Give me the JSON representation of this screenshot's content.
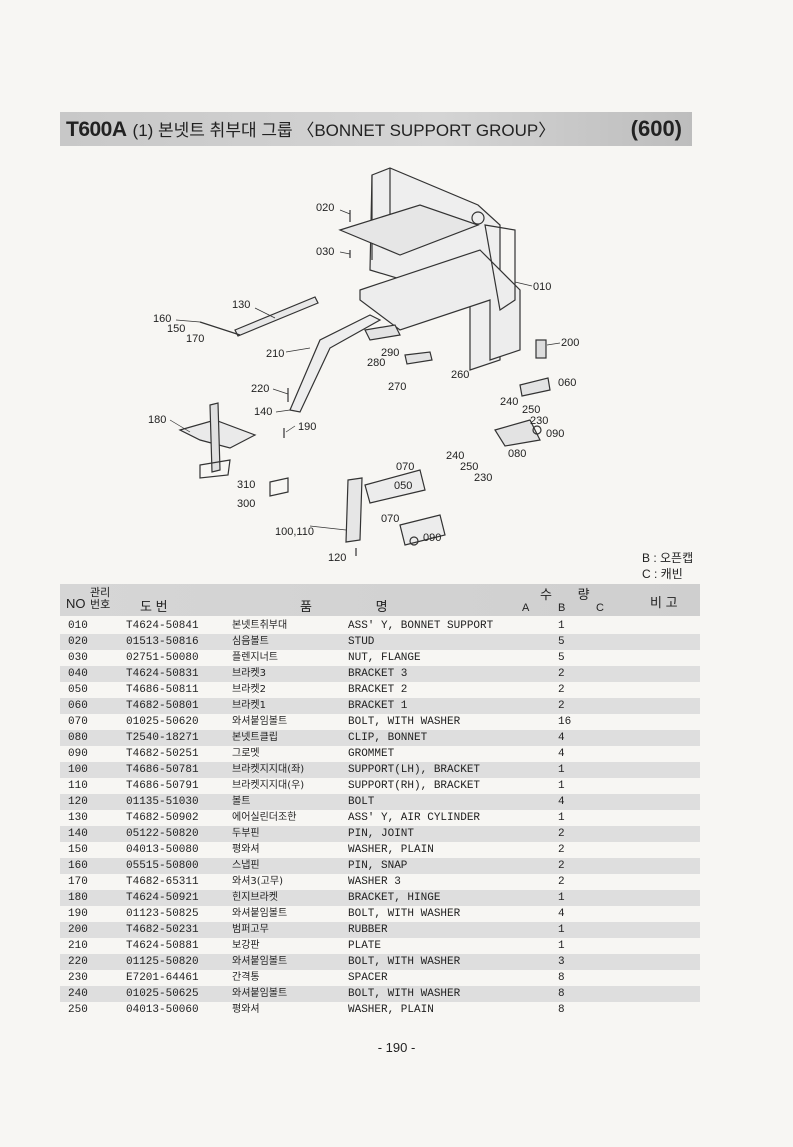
{
  "header": {
    "model": "T600A",
    "title": "(1) 본넷트 취부대 그룹 〈BONNET SUPPORT GROUP〉",
    "group_code": "(600)"
  },
  "diagram_labels": {
    "l020": "020",
    "l030": "030",
    "l010": "010",
    "l130": "130",
    "l160": "160",
    "l150": "150",
    "l170": "170",
    "l200": "200",
    "l290": "290",
    "l280": "280",
    "l210": "210",
    "l270": "270",
    "l260": "260",
    "l060": "060",
    "l220": "220",
    "l240a": "240",
    "l250a": "250",
    "l230a": "230",
    "l140": "140",
    "l180": "180",
    "l190": "190",
    "l090a": "090",
    "l080": "080",
    "l240b": "240",
    "l070a": "070",
    "l250b": "250",
    "l230b": "230",
    "l310": "310",
    "l050": "050",
    "l300": "300",
    "l070b": "070",
    "l100110": "100,110",
    "l090b": "090",
    "l120": "120"
  },
  "legend": {
    "b": "B : 오픈캡",
    "c": "C : 캐빈"
  },
  "table": {
    "headers": {
      "no": "NO",
      "mgmt": "관리 번호",
      "drawing": "도 번",
      "name": "품 명",
      "qty": "수 량",
      "a": "A",
      "b": "B",
      "c": "C",
      "remark": "비 고"
    },
    "rows": [
      {
        "no": "010",
        "part": "T4624-50841",
        "kr": "본넷트취부대",
        "en": "ASS' Y, BONNET SUPPORT",
        "qty": "1"
      },
      {
        "no": "020",
        "part": "01513-50816",
        "kr": "심음볼트",
        "en": "STUD",
        "qty": "5"
      },
      {
        "no": "030",
        "part": "02751-50080",
        "kr": "플렌지너트",
        "en": "NUT, FLANGE",
        "qty": "5"
      },
      {
        "no": "040",
        "part": "T4624-50831",
        "kr": "브라켓3",
        "en": "BRACKET 3",
        "qty": "2"
      },
      {
        "no": "050",
        "part": "T4686-50811",
        "kr": "브라켓2",
        "en": "BRACKET 2",
        "qty": "2"
      },
      {
        "no": "060",
        "part": "T4682-50801",
        "kr": "브라켓1",
        "en": "BRACKET 1",
        "qty": "2"
      },
      {
        "no": "070",
        "part": "01025-50620",
        "kr": "와셔붙임볼트",
        "en": "BOLT, WITH WASHER",
        "qty": "16"
      },
      {
        "no": "080",
        "part": "T2540-18271",
        "kr": "본넷트클립",
        "en": "CLIP, BONNET",
        "qty": "4"
      },
      {
        "no": "090",
        "part": "T4682-50251",
        "kr": "그로멧",
        "en": "GROMMET",
        "qty": "4"
      },
      {
        "no": "100",
        "part": "T4686-50781",
        "kr": "브라켓지지대(좌)",
        "en": "SUPPORT(LH), BRACKET",
        "qty": "1"
      },
      {
        "no": "110",
        "part": "T4686-50791",
        "kr": "브라켓지지대(우)",
        "en": "SUPPORT(RH), BRACKET",
        "qty": "1"
      },
      {
        "no": "120",
        "part": "01135-51030",
        "kr": "볼트",
        "en": "BOLT",
        "qty": "4"
      },
      {
        "no": "130",
        "part": "T4682-50902",
        "kr": "에어실린더조한",
        "en": "ASS' Y, AIR CYLINDER",
        "qty": "1"
      },
      {
        "no": "140",
        "part": "05122-50820",
        "kr": "두부핀",
        "en": "PIN, JOINT",
        "qty": "2"
      },
      {
        "no": "150",
        "part": "04013-50080",
        "kr": "평와셔",
        "en": "WASHER, PLAIN",
        "qty": "2"
      },
      {
        "no": "160",
        "part": "05515-50800",
        "kr": "스냅핀",
        "en": "PIN, SNAP",
        "qty": "2"
      },
      {
        "no": "170",
        "part": "T4682-65311",
        "kr": "와셔3(고무)",
        "en": "WASHER 3",
        "qty": "2"
      },
      {
        "no": "180",
        "part": "T4624-50921",
        "kr": "힌지브라켓",
        "en": "BRACKET, HINGE",
        "qty": "1"
      },
      {
        "no": "190",
        "part": "01123-50825",
        "kr": "와셔붙임볼트",
        "en": "BOLT, WITH WASHER",
        "qty": "4"
      },
      {
        "no": "200",
        "part": "T4682-50231",
        "kr": "범퍼고무",
        "en": "RUBBER",
        "qty": "1"
      },
      {
        "no": "210",
        "part": "T4624-50881",
        "kr": "보강판",
        "en": "PLATE",
        "qty": "1"
      },
      {
        "no": "220",
        "part": "01125-50820",
        "kr": "와셔붙임볼트",
        "en": "BOLT, WITH WASHER",
        "qty": "3"
      },
      {
        "no": "230",
        "part": "E7201-64461",
        "kr": "간격통",
        "en": "SPACER",
        "qty": "8"
      },
      {
        "no": "240",
        "part": "01025-50625",
        "kr": "와셔붙임볼트",
        "en": "BOLT, WITH WASHER",
        "qty": "8"
      },
      {
        "no": "250",
        "part": "04013-50060",
        "kr": "평와셔",
        "en": "WASHER, PLAIN",
        "qty": "8"
      }
    ]
  },
  "page_number": "- 190 -"
}
